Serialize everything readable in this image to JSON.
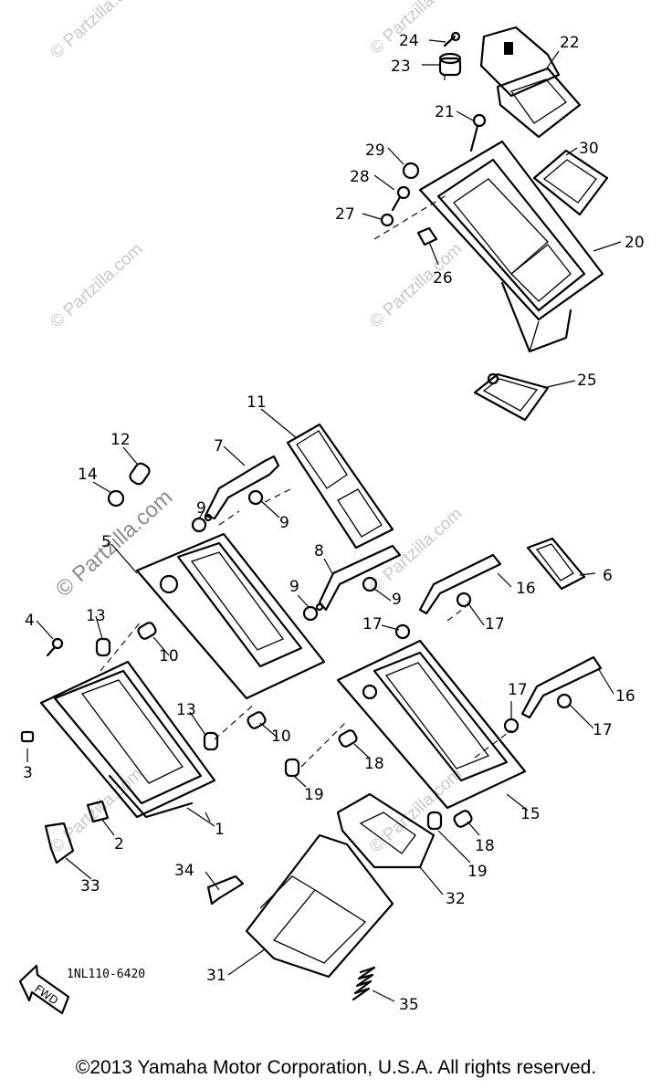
{
  "diagram": {
    "code": "1NL110-6420",
    "fwd_label": "FWD",
    "copyright": "©2013 Yamaha Motor Corporation, U.S.A. All rights reserved.",
    "watermark": "© Partzilla.com",
    "callouts": {
      "c1": "1",
      "c2": "2",
      "c3": "3",
      "c4": "4",
      "c5": "5",
      "c6": "6",
      "c7": "7",
      "c8": "8",
      "c9a": "9",
      "c9b": "9",
      "c9c": "9",
      "c9d": "9",
      "c10a": "10",
      "c10b": "10",
      "c11": "11",
      "c12": "12",
      "c13a": "13",
      "c13b": "13",
      "c14": "14",
      "c15": "15",
      "c16a": "16",
      "c16b": "16",
      "c17a": "17",
      "c17b": "17",
      "c17c": "17",
      "c17d": "17",
      "c18a": "18",
      "c18b": "18",
      "c19a": "19",
      "c19b": "19",
      "c20": "20",
      "c21": "21",
      "c22": "22",
      "c23": "23",
      "c24": "24",
      "c25": "25",
      "c26": "26",
      "c27": "27",
      "c28": "28",
      "c29": "29",
      "c30": "30",
      "c31": "31",
      "c32": "32",
      "c33": "33",
      "c34": "34",
      "c35": "35"
    }
  }
}
